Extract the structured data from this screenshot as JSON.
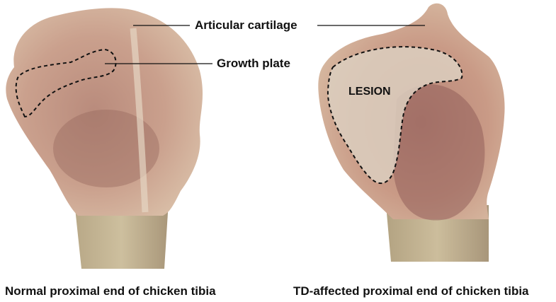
{
  "labels": {
    "articular_cartilage": "Articular cartilage",
    "growth_plate": "Growth plate",
    "lesion": "LESION"
  },
  "captions": {
    "left": "Normal proximal end of chicken tibia",
    "right": "TD-affected proximal end of chicken tibia"
  },
  "colors": {
    "background": "#ffffff",
    "bone_pale": "#d9c3ad",
    "bone_pink": "#c99883",
    "marrow_dark": "#8e5a55",
    "lesion_pale": "#d8c9b8",
    "line": "#111111"
  }
}
